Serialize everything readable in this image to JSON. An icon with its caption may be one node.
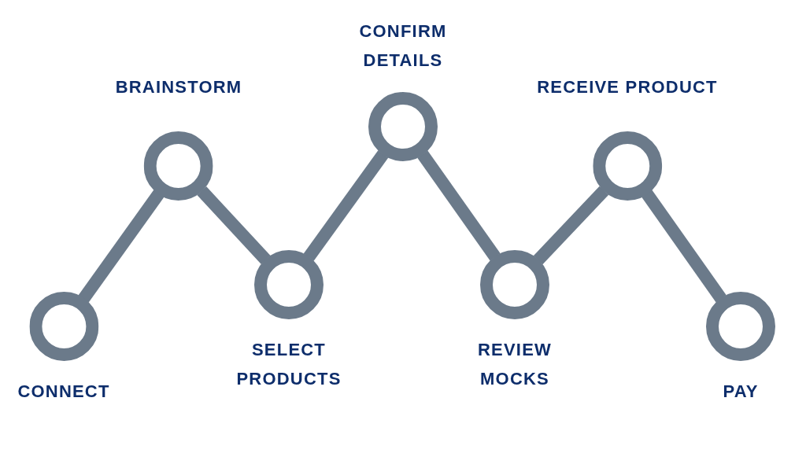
{
  "diagram": {
    "nodes": [
      {
        "text": [
          "CONNECT"
        ]
      },
      {
        "text": [
          "BRAINSTORM"
        ]
      },
      {
        "text": [
          "SELECT PRODUCTS"
        ]
      },
      {
        "text": [
          "CONFIRM DETAILS"
        ]
      },
      {
        "text": [
          "REVIEW MOCKS"
        ]
      },
      {
        "text": [
          "RECEIVE PRODUCT"
        ]
      },
      {
        "text": [
          "PAY"
        ]
      }
    ],
    "edges": [
      {
        "from": 0,
        "to": 1,
        "arrow": "none"
      },
      {
        "from": 1,
        "to": 2,
        "arrow": "none"
      },
      {
        "from": 2,
        "to": 3,
        "arrow": "none"
      },
      {
        "from": 3,
        "to": 4,
        "arrow": "none"
      },
      {
        "from": 4,
        "to": 5,
        "arrow": "none"
      },
      {
        "from": 5,
        "to": 6,
        "arrow": "none"
      }
    ]
  }
}
